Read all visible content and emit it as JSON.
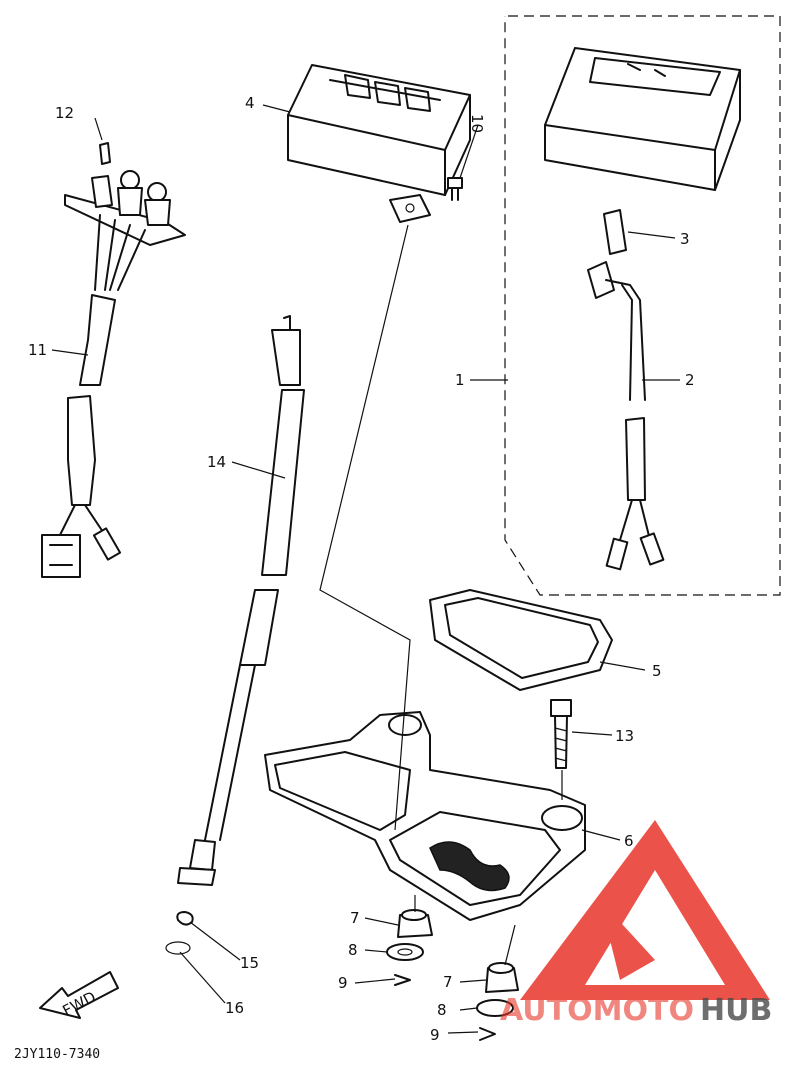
{
  "callouts": {
    "c1": "1",
    "c2": "2",
    "c3": "3",
    "c4": "4",
    "c5": "5",
    "c6": "6",
    "c7a": "7",
    "c7b": "7",
    "c8a": "8",
    "c8b": "8",
    "c9a": "9",
    "c9b": "9",
    "c10": "10",
    "c11": "11",
    "c12": "12",
    "c13": "13",
    "c14": "14",
    "c15": "15",
    "c16": "16"
  },
  "fwd_label": "FWD",
  "diagram_code": "2JY110-7340",
  "watermark": {
    "part1": "AUTOMOTO",
    "part2": "HUB",
    "color1": "#e8342a",
    "color2": "#2b2b2b"
  },
  "colors": {
    "line": "#111111",
    "background": "#ffffff"
  }
}
